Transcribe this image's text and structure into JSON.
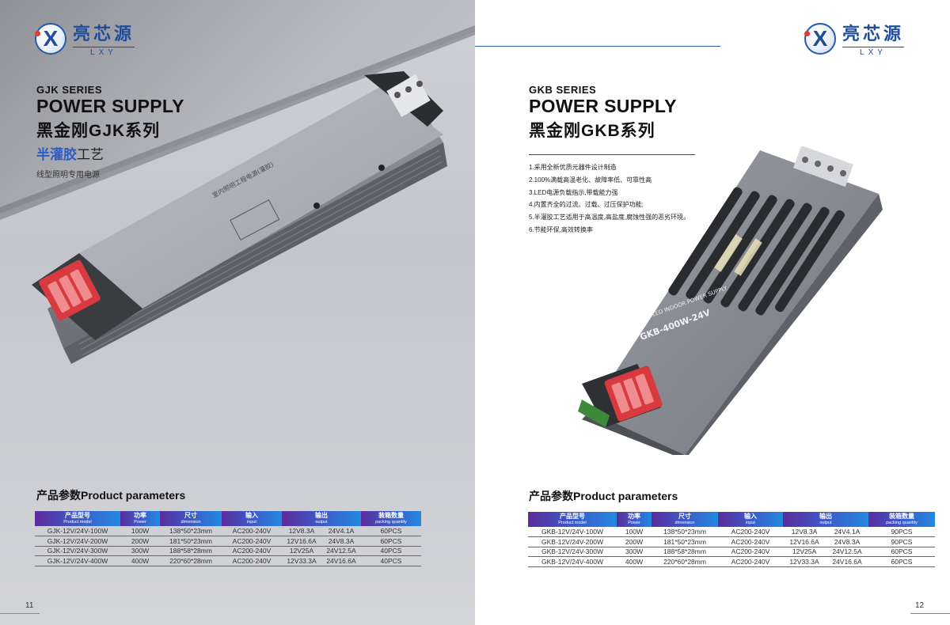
{
  "brand": {
    "name_cn": "亮芯源",
    "name_en": "LXY"
  },
  "left": {
    "series_code": "GJK SERIES",
    "title_en": "POWER SUPPLY",
    "title_cn": "黑金刚GJK系列",
    "craft_highlight": "半灌胶",
    "craft_rest": "工艺",
    "subtitle": "线型照明专用电源",
    "params_title": "产品参数Product parameters",
    "headers": [
      {
        "cn": "产品型号",
        "en": "Product model"
      },
      {
        "cn": "功率",
        "en": "Power"
      },
      {
        "cn": "尺寸",
        "en": "dimension"
      },
      {
        "cn": "输入",
        "en": "input"
      },
      {
        "cn": "输出",
        "en": "output"
      },
      {
        "cn": "装箱数量",
        "en": "packing quantity"
      }
    ],
    "rows": [
      [
        "GJK-12V/24V-100W",
        "100W",
        "138*50*23mm",
        "AC200-240V",
        "12V8.3A",
        "24V4.1A",
        "60PCS"
      ],
      [
        "GJK-12V/24V-200W",
        "200W",
        "181*50*23mm",
        "AC200-240V",
        "12V16.6A",
        "24V8.3A",
        "60PCS"
      ],
      [
        "GJK-12V/24V-300W",
        "300W",
        "188*58*28mm",
        "AC200-240V",
        "12V25A",
        "24V12.5A",
        "40PCS"
      ],
      [
        "GJK-12V/24V-400W",
        "400W",
        "220*60*28mm",
        "AC200-240V",
        "12V33.3A",
        "24V16.6A",
        "40PCS"
      ]
    ],
    "page_number": "11"
  },
  "right": {
    "series_code": "GKB SERIES",
    "title_en": "POWER SUPPLY",
    "title_cn": "黑金刚GKB系列",
    "features": [
      "1.采用全新优质元器件设计制造",
      "2.100%满载高温老化、故障率低、可靠性高",
      "3.LED电源负载指示,带载能力强",
      "4.内置齐全的过流、过载、过压保护功能;",
      "5.半灌胶工艺适用于高温度,高盐度,腐蚀性强的恶劣环境。",
      "6.节能环保,高效转换率"
    ],
    "params_title": "产品参数Product parameters",
    "headers": [
      {
        "cn": "产品型号",
        "en": "Product model"
      },
      {
        "cn": "功率",
        "en": "Power"
      },
      {
        "cn": "尺寸",
        "en": "dimension"
      },
      {
        "cn": "输入",
        "en": "input"
      },
      {
        "cn": "输出",
        "en": "output"
      },
      {
        "cn": "装箱数量",
        "en": "packing quantity"
      }
    ],
    "rows": [
      [
        "GKB-12V/24V-100W",
        "100W",
        "138*50*23mm",
        "AC200-240V",
        "12V8.3A",
        "24V4.1A",
        "90PCS"
      ],
      [
        "GKB-12V/24V-200W",
        "200W",
        "181*50*23mm",
        "AC200-240V",
        "12V16.6A",
        "24V8.3A",
        "90PCS"
      ],
      [
        "GKB-12V/24V-300W",
        "300W",
        "188*58*28mm",
        "AC200-240V",
        "12V25A",
        "24V12.5A",
        "60PCS"
      ],
      [
        "GKB-12V/24V-400W",
        "400W",
        "220*60*28mm",
        "AC200-240V",
        "12V33.3A",
        "24V16.6A",
        "60PCS"
      ]
    ],
    "page_number": "12"
  },
  "labels": {
    "gjk_device_label": "室内照明工程电源(灌胶)",
    "gkb_device_label": "LED INDOOR POWER SUPPLY",
    "gkb_device_model": "GKB-400W-24V"
  },
  "colors": {
    "brand_blue": "#1f4d9c",
    "highlight_blue": "#2c5cc5",
    "table_grad_start": "#5b2d9a",
    "table_grad_end": "#2389e0",
    "terminal_red": "#d83a3f"
  }
}
